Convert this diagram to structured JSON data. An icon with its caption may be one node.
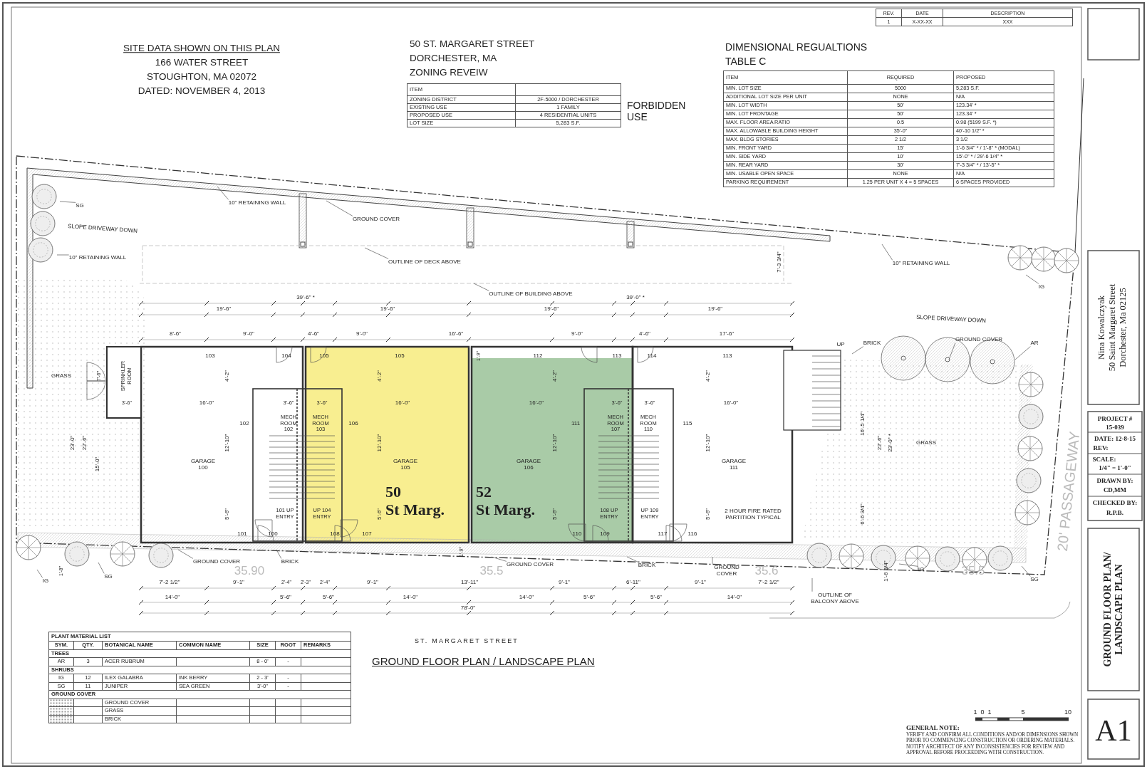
{
  "diagram": {
    "title": "GROUND FLOOR PLAN / LANDSCAPE PLAN",
    "nodes": [
      {
        "text": [
          "50 St Marg."
        ]
      },
      {
        "text": [
          "52 St Marg."
        ]
      },
      {
        "text": [
          "SG"
        ]
      },
      {
        "text": [
          "10\" RETAINING WALL"
        ]
      },
      {
        "text": [
          "10\" RETAINING WALL"
        ]
      },
      {
        "text": [
          "GROUND COVER"
        ]
      },
      {
        "text": [
          "OUTLINE OF DECK ABOVE"
        ]
      },
      {
        "text": [
          "OUTLINE OF BUILDING ABOVE"
        ]
      },
      {
        "text": [
          "10\" RETAINING WALL"
        ]
      },
      {
        "text": [
          "IG"
        ]
      },
      {
        "text": [
          "BRICK"
        ]
      },
      {
        "text": [
          "GROUND COVER"
        ]
      },
      {
        "text": [
          "AR"
        ]
      },
      {
        "text": [
          "IG"
        ]
      },
      {
        "text": [
          "SG"
        ]
      },
      {
        "text": [
          "GROUND COVER"
        ]
      },
      {
        "text": [
          "BRICK"
        ]
      },
      {
        "text": [
          "GROUND COVER"
        ]
      },
      {
        "text": [
          "BRICK"
        ]
      },
      {
        "text": [
          "GROUND COVER"
        ]
      },
      {
        "text": [
          "IG"
        ]
      },
      {
        "text": [
          "SG"
        ]
      },
      {
        "text": [
          "OUTLINE OF BALCONY ABOVE"
        ]
      }
    ],
    "edges": [
      {
        "from": 2,
        "to": null,
        "arrow": "none"
      },
      {
        "from": 3,
        "to": null,
        "arrow": "none"
      },
      {
        "from": 4,
        "to": null,
        "arrow": "none"
      },
      {
        "from": 5,
        "to": null,
        "arrow": "none"
      },
      {
        "from": 6,
        "to": null,
        "arrow": "none"
      },
      {
        "from": 7,
        "to": null,
        "arrow": "none"
      },
      {
        "from": 8,
        "to": null,
        "arrow": "none"
      },
      {
        "from": 9,
        "to": null,
        "arrow": "none"
      },
      {
        "from": 10,
        "to": null,
        "arrow": "none"
      },
      {
        "from": 11,
        "to": null,
        "arrow": "none"
      },
      {
        "from": 12,
        "to": null,
        "arrow": "none"
      },
      {
        "from": 13,
        "to": null,
        "arrow": "none"
      },
      {
        "from": 14,
        "to": null,
        "arrow": "none"
      },
      {
        "from": 15,
        "to": null,
        "arrow": "none"
      },
      {
        "from": 16,
        "to": null,
        "arrow": "none"
      },
      {
        "from": 17,
        "to": null,
        "arrow": "none"
      },
      {
        "from": 18,
        "to": null,
        "arrow": "none"
      },
      {
        "from": 19,
        "to": null,
        "arrow": "none"
      },
      {
        "from": 20,
        "to": null,
        "arrow": "none"
      },
      {
        "from": 21,
        "to": null,
        "arrow": "none"
      },
      {
        "from": 22,
        "to": null,
        "arrow": "none"
      }
    ],
    "labels": [
      "SITE DATA SHOWN ON THIS PLAN",
      "166 WATER STREET",
      "STOUGHTON, MA 02072",
      "DATED: NOVEMBER 4, 2013",
      "50 ST. MARGARET STREET",
      "DORCHESTER, MA",
      "ZONING REVEIW",
      "ITEM",
      "ZONING DISTRICT",
      "2F-5000 / DORCHESTER",
      "EXISTING USE",
      "1 FAMILY",
      "PROPOSED USE",
      "4 RESIDENTIAL UNITS",
      "LOT SIZE",
      "5,283 S.F.",
      "FORBIDDEN USE",
      "REV.",
      "DATE",
      "DESCRIPTION",
      "1",
      "X-XX-XX",
      "XXX",
      "DIMENSIONAL REGUALTIONS",
      "TABLE C",
      "ITEM",
      "REQUIRED",
      "PROPOSED",
      "MIN. LOT SIZE",
      "5000",
      "5,283 S.F.",
      "ADDITIONAL LOT SIZE PER UNIT",
      "NONE",
      "N/A",
      "MIN. LOT WIDTH",
      "50'",
      "123.34' *",
      "MIN. LOT FRONTAGE",
      "50'",
      "123.34' *",
      "MAX. FLOOR AREA RATIO",
      "0.5",
      "0.98 (5199 S.F. *)",
      "MAX. ALLOWABLE BUILDING HEIGHT",
      "35'-0\"",
      "40'-10 1/2\" *",
      "MAX. BLDG STORIES",
      "2 1/2",
      "3 1/2",
      "MIN. FRONT YARD",
      "15'",
      "1'-6 3/4\" * / 1'-8\" * (MODAL)",
      "MIN. SIDE YARD",
      "10'",
      "15'-0\" * / 29'-6 1/4\" *",
      "MIN. REAR YARD",
      "30'",
      "7'-3 3/4\" * / 13'-5\" *",
      "MIN. USABLE OPEN SPACE",
      "NONE",
      "N/A",
      "PARKING REQUIREMENT",
      "1.25 PER UNIT X 4 = 5 SPACES",
      "6 SPACES PROVIDED",
      "PLANT MATERIAL LIST",
      "SYM.",
      "QTY.",
      "BOTANICAL NAME",
      "COMMON NAME",
      "SIZE",
      "ROOT",
      "REMARKS",
      "TREES",
      "AR",
      "3",
      "ACER RUBRUM",
      "8 - 0'",
      "-",
      "SHRUBS",
      "IG",
      "12",
      "ILEX GALABRA",
      "INK BERRY",
      "2 - 3'",
      "-",
      "SG",
      "11",
      "JUNIPER",
      "SEA GREEN",
      "3'-0\"",
      "-",
      "GROUND COVER",
      "GROUND COVER",
      "GRASS",
      "BRICK",
      "ST. MARGARET STREET",
      "Nina Kowalczyak",
      "50 Saint Margaret Street",
      "Dorchester, Ma 02125",
      "PROJECT #",
      "15-039",
      "DATE:  12-8-15",
      "REV:",
      "SCALE:",
      "1/4\" = 1'-0\"",
      "DRAWN BY:",
      "CD,MM",
      "CHECKED BY:",
      "R.P.B.",
      "GROUND FLOOR PLAN/ LANDSCAPE PLAN",
      "A1",
      "1",
      "0",
      "1",
      "5",
      "10",
      "GENERAL NOTE:",
      "VERIFY AND CONFIRM ALL CONDITIONS AND/OR DIMENSIONS SHOWN PRIOR TO COMMENCING CONSTRUCTION OR ORDERING MATERIALS. NOTIFY ARCHITECT OF ANY INCONSISTENCIES FOR REVIEW AND APPROVAL BEFORE PROCEEDING WITH CONSTRUCTION.",
      "SLOPE DRIVEWAY DOWN",
      "7'-3 3/4\"",
      "39'-6\" *",
      "39'-0\" *",
      "19'-6\"",
      "19'-6\"",
      "19'-6\"",
      "19'-6\"",
      "SLOPE DRIVEWAY DOWN",
      "8'-6\"",
      "9'-0\"",
      "4'-6\"",
      "9'-0\"",
      "16'-6\"",
      "9'-0\"",
      "4'-6\"",
      "17'-6\"",
      "UP",
      "103",
      "104",
      "105",
      "105",
      "1'-9\"",
      "112",
      "113",
      "114",
      "113",
      "GRASS",
      "7'-6\"",
      "SPRINKLER ROOM",
      "4'-2\"",
      "4'-2\"",
      "4'-2\"",
      "4'-2\"",
      "3'-6\"",
      "16'-0\"",
      "3'-6\"",
      "3'-6\"",
      "16'-0\"",
      "16'-0\"",
      "3'-6\"",
      "3'-6\"",
      "16'-0\"",
      "102",
      "MECH ROOM 102",
      "MECH ROOM 103",
      "106",
      "111",
      "MECH ROOM 107",
      "MECH ROOM 110",
      "115",
      "16'-5 1/4\"",
      "23'-0\"",
      "22'-6\"",
      "12'-10\"",
      "12'-10\"",
      "12'-10\"",
      "12'-10\"",
      "22'-6\"",
      "23'-0\" *",
      "GRASS",
      "15'-0\"",
      "GARAGE 100",
      "GARAGE 105",
      "GARAGE 106",
      "GARAGE 111",
      "20' PASSAGEWAY",
      "5'-6\"",
      "101 UP ENTRY",
      "UP 104 ENTRY",
      "5'-6\"",
      "5'-6\"",
      "108 UP ENTRY",
      "UP 109 ENTRY",
      "5'-6\"",
      "2 HOUR FIRE RATED PARTITION TYPICAL",
      "6'-6 3/4\"",
      "101",
      "100",
      "108",
      "107",
      "110",
      "109",
      "117",
      "116",
      "1'-9\"",
      "1'-8\"",
      "35.90",
      "35.5",
      "35.6",
      "1'-6 3/4\"",
      "35.5",
      "7'-2 1/2\"",
      "9'-1\"",
      "2'-4\"",
      "2'-3\"",
      "2'-4\"",
      "9'-1\"",
      "13'-11\"",
      "9'-1\"",
      "6'-11\"",
      "9'-1\"",
      "7'-2 1/2\"",
      "14'-0\"",
      "5'-6\"",
      "5'-6\"",
      "14'-0\"",
      "14'-0\"",
      "5'-6\"",
      "5'-6\"",
      "14'-0\"",
      "78'-0\""
    ]
  }
}
